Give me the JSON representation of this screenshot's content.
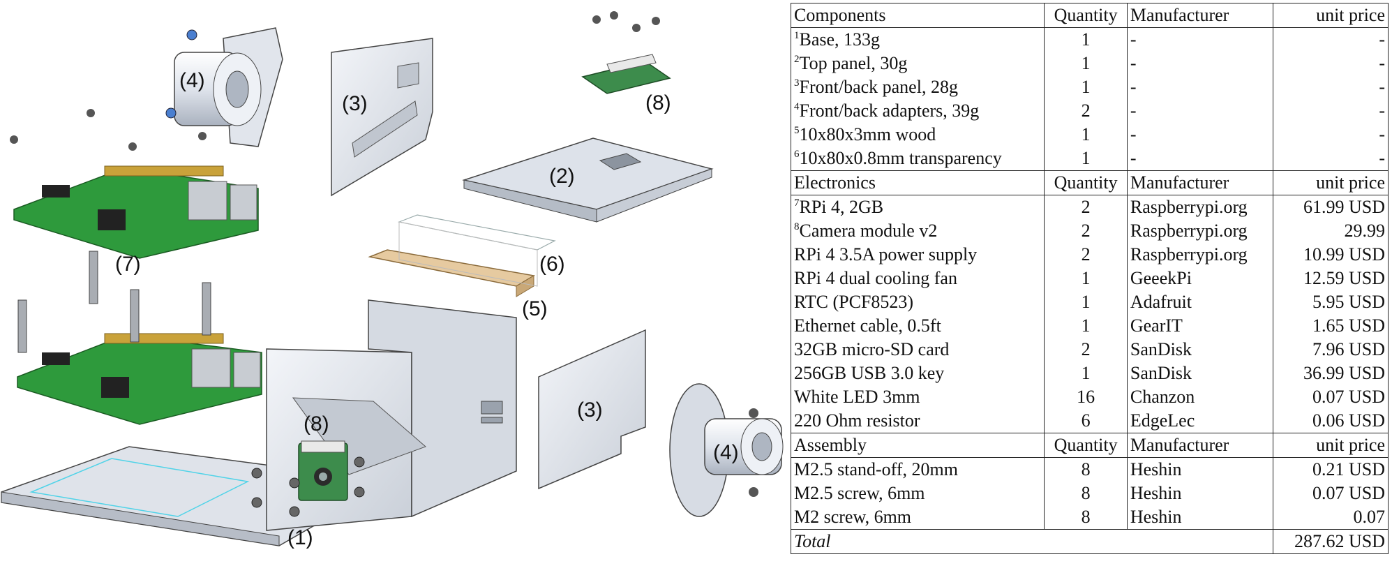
{
  "figure": {
    "part_labels": {
      "base": "(1)",
      "top_panel": "(2)",
      "panel_left": "(3)",
      "panel_right": "(3)",
      "adapter_left": "(4)",
      "adapter_right": "(4)",
      "wood": "(5)",
      "transparency": "(6)",
      "rpi": "(7)",
      "camera_top": "(8)",
      "camera_mounted": "(8)"
    }
  },
  "bom": {
    "sections": [
      {
        "header": [
          "Components",
          "Quantity",
          "Manufacturer",
          "unit price"
        ],
        "rows": [
          {
            "note": "1",
            "item": "Base, 133g",
            "qty": "1",
            "mfr": "-",
            "price": "-"
          },
          {
            "note": "2",
            "item": "Top panel, 30g",
            "qty": "1",
            "mfr": "-",
            "price": "-"
          },
          {
            "note": "3",
            "item": "Front/back panel, 28g",
            "qty": "1",
            "mfr": "-",
            "price": "-"
          },
          {
            "note": "4",
            "item": "Front/back adapters, 39g",
            "qty": "2",
            "mfr": "-",
            "price": "-"
          },
          {
            "note": "5",
            "item": "10x80x3mm wood",
            "qty": "1",
            "mfr": "-",
            "price": "-"
          },
          {
            "note": "6",
            "item": "10x80x0.8mm transparency",
            "qty": "1",
            "mfr": "-",
            "price": "-"
          }
        ]
      },
      {
        "header": [
          "Electronics",
          "Quantity",
          "Manufacturer",
          "unit price"
        ],
        "rows": [
          {
            "note": "7",
            "item": "RPi 4, 2GB",
            "qty": "2",
            "mfr": "Raspberrypi.org",
            "price": "61.99 USD"
          },
          {
            "note": "8",
            "item": "Camera module v2",
            "qty": "2",
            "mfr": "Raspberrypi.org",
            "price": "29.99"
          },
          {
            "note": "",
            "item": "RPi 4 3.5A power supply",
            "qty": "2",
            "mfr": "Raspberrypi.org",
            "price": "10.99 USD"
          },
          {
            "note": "",
            "item": "RPi 4 dual cooling fan",
            "qty": "1",
            "mfr": "GeeekPi",
            "price": "12.59 USD"
          },
          {
            "note": "",
            "item": "RTC (PCF8523)",
            "qty": "1",
            "mfr": "Adafruit",
            "price": "5.95 USD"
          },
          {
            "note": "",
            "item": "Ethernet cable, 0.5ft",
            "qty": "1",
            "mfr": "GearIT",
            "price": "1.65 USD"
          },
          {
            "note": "",
            "item": "32GB micro-SD card",
            "qty": "2",
            "mfr": "SanDisk",
            "price": "7.96 USD"
          },
          {
            "note": "",
            "item": "256GB USB 3.0 key",
            "qty": "1",
            "mfr": "SanDisk",
            "price": "36.99 USD"
          },
          {
            "note": "",
            "item": "White LED 3mm",
            "qty": "16",
            "mfr": "Chanzon",
            "price": "0.07 USD"
          },
          {
            "note": "",
            "item": "220 Ohm resistor",
            "qty": "6",
            "mfr": "EdgeLec",
            "price": "0.06 USD"
          }
        ]
      },
      {
        "header": [
          "Assembly",
          "Quantity",
          "Manufacturer",
          "unit price"
        ],
        "rows": [
          {
            "note": "",
            "item": "M2.5 stand-off, 20mm",
            "qty": "8",
            "mfr": "Heshin",
            "price": "0.21 USD"
          },
          {
            "note": "",
            "item": "M2.5 screw, 6mm",
            "qty": "8",
            "mfr": "Heshin",
            "price": "0.07 USD"
          },
          {
            "note": "",
            "item": "M2 screw, 6mm",
            "qty": "8",
            "mfr": "Heshin",
            "price": "0.07"
          }
        ]
      }
    ],
    "total": {
      "label": "Total",
      "value": "287.62 USD"
    }
  }
}
